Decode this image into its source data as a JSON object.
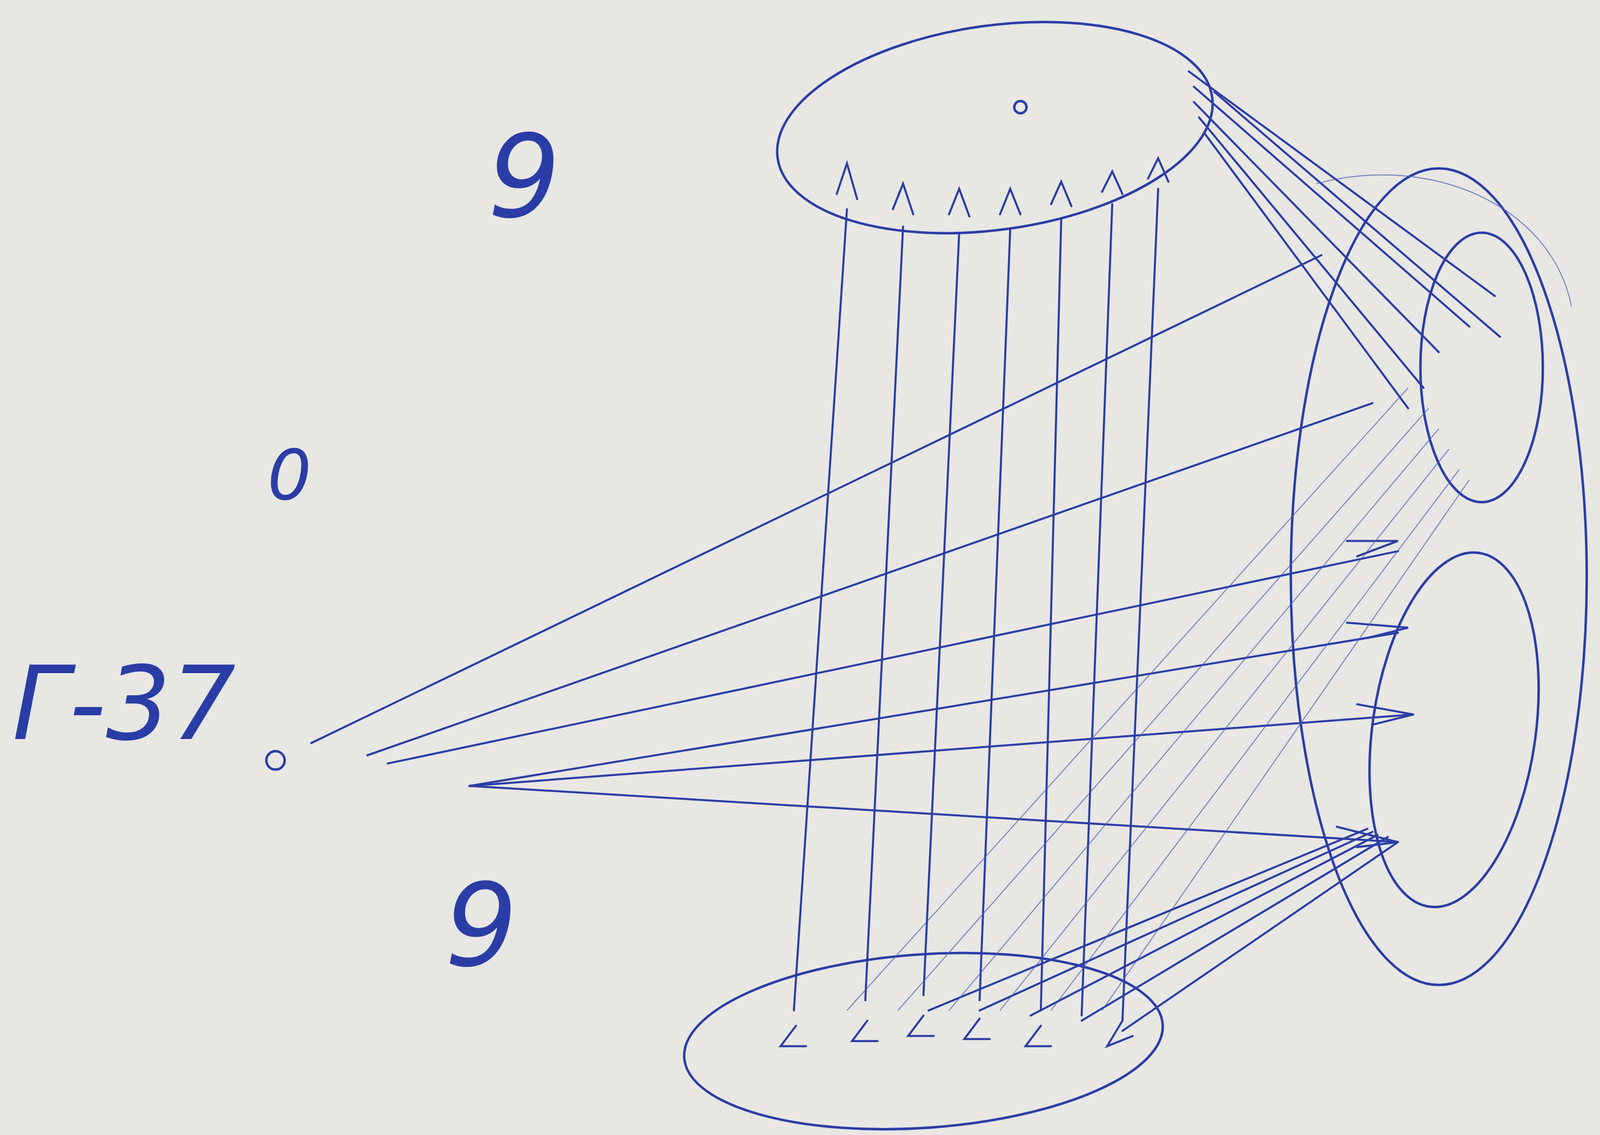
{
  "diagram": {
    "labels": [
      "9",
      "0",
      "Γ-37",
      "9"
    ]
  }
}
